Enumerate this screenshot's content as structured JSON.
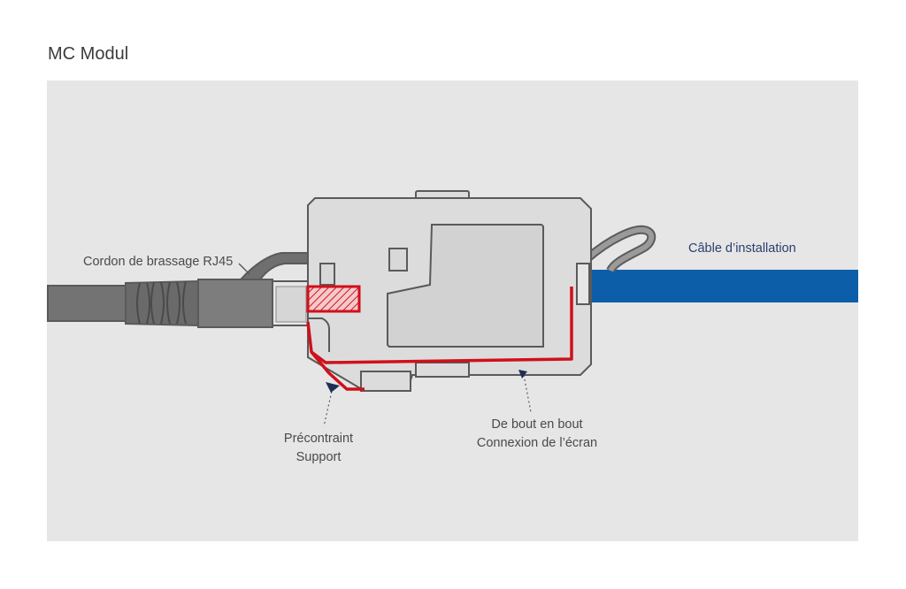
{
  "title": "MC Modul",
  "labels": {
    "patch_cord": "Cordon de brassage RJ45",
    "install_cable": "Câble d’installation",
    "pre_tension_line1": "Précontraint",
    "pre_tension_line2": "Support",
    "shield_line1": "De bout en bout",
    "shield_line2": "Connexion de l’écran"
  },
  "colors": {
    "background": "#e6e6e6",
    "outline": "#5a5a5a",
    "highlight_red": "#d0101a",
    "install_cable_blue": "#0d5ea9",
    "arrow_navy": "#1f2e55",
    "label_blue": "#2a3f6e"
  }
}
